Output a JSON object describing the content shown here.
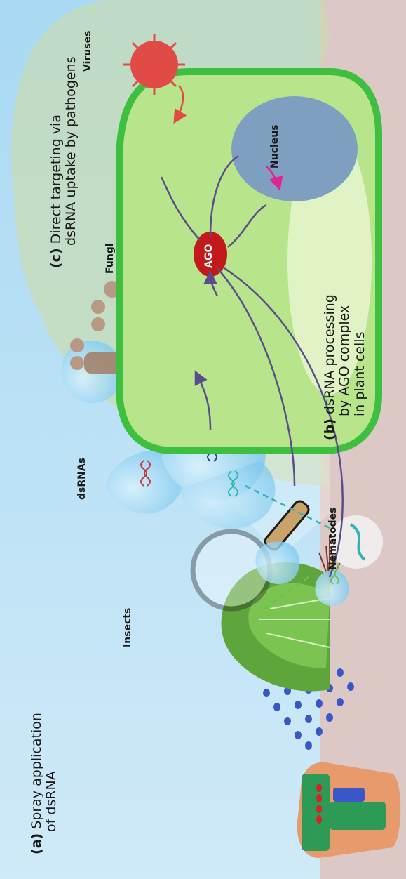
{
  "labels": {
    "spray_letter": "(a)",
    "spray_line1": "Spray application",
    "spray_line2": "of dsRNA",
    "insects": "Insects",
    "dsrnas": "dsRNAs",
    "nematodes": "Nematodes",
    "processing_letter": "(b)",
    "processing_line1": "dsRNA processing",
    "processing_line2": "by AGO complex",
    "processing_line3": "in plant cells",
    "direct_letter": "(c)",
    "direct_line1": "Direct targeting via",
    "direct_line2": "dsRNA uptake by pathogens",
    "fungi": "Fungi",
    "viruses": "Viruses",
    "ago": "AGO",
    "nucleus": "Nucleus"
  },
  "colors": {
    "sky": "#bfe3f7",
    "soil": "#dcc9c6",
    "cell_wall": "#3fbf3f",
    "cell_fill": "#b8e58c",
    "vacuole": "#dff3c4",
    "nucleus": "#7f9fc1",
    "ago": "#c21a1a",
    "virus": "#e04b45",
    "fungi": "#a3826b",
    "arrow": "#5a4d8c",
    "insect_dash": "#6fbf4a",
    "nematode_dash": "#2fb3b3",
    "spray": "#3a57c9",
    "hand": "#e79a6c",
    "sprayer": "#2d9a55"
  },
  "icons": [
    "spray-bottle-icon",
    "lettuce-icon",
    "magnifier-icon",
    "insect-icon",
    "nematode-icon",
    "virus-icon",
    "fungi-icon",
    "droplet-icon",
    "dna-icon",
    "ago-complex-icon",
    "nucleus-icon"
  ]
}
